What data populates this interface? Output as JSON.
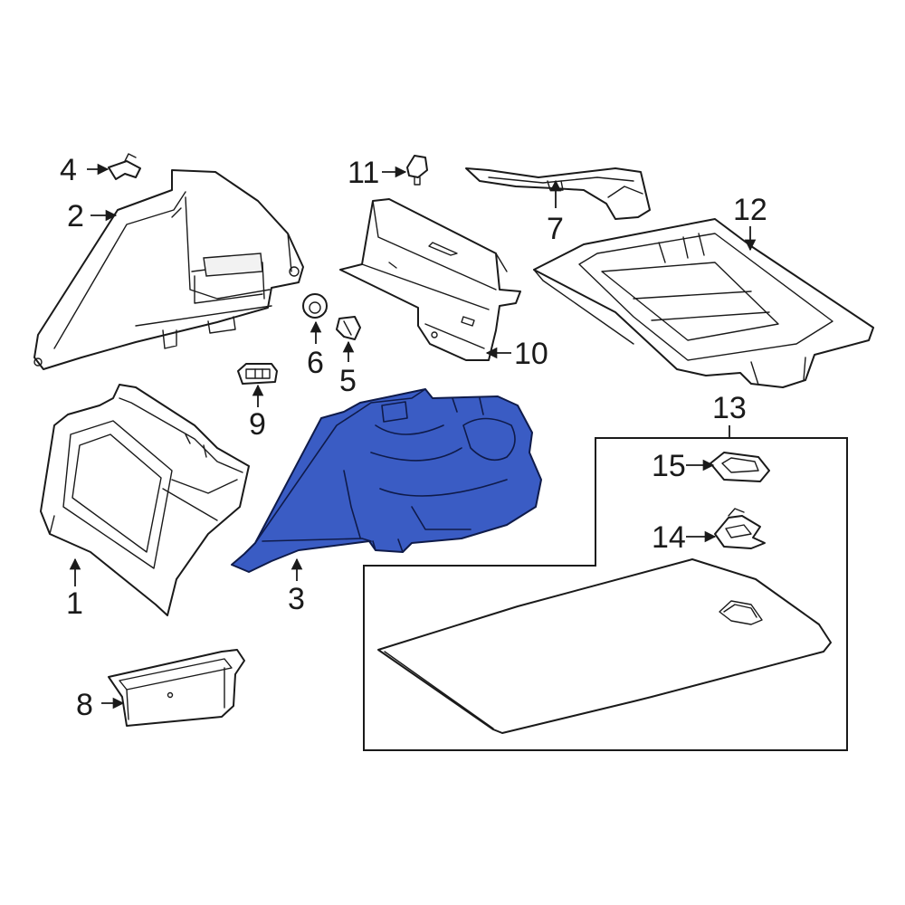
{
  "colors": {
    "highlight": "#3a5cc4",
    "line": "#1a1a1a",
    "background": "#ffffff"
  },
  "callouts": {
    "c1": "1",
    "c2": "2",
    "c3": "3",
    "c4": "4",
    "c5": "5",
    "c6": "6",
    "c7": "7",
    "c8": "8",
    "c9": "9",
    "c10": "10",
    "c11": "11",
    "c12": "12",
    "c13": "13",
    "c14": "14",
    "c15": "15"
  }
}
